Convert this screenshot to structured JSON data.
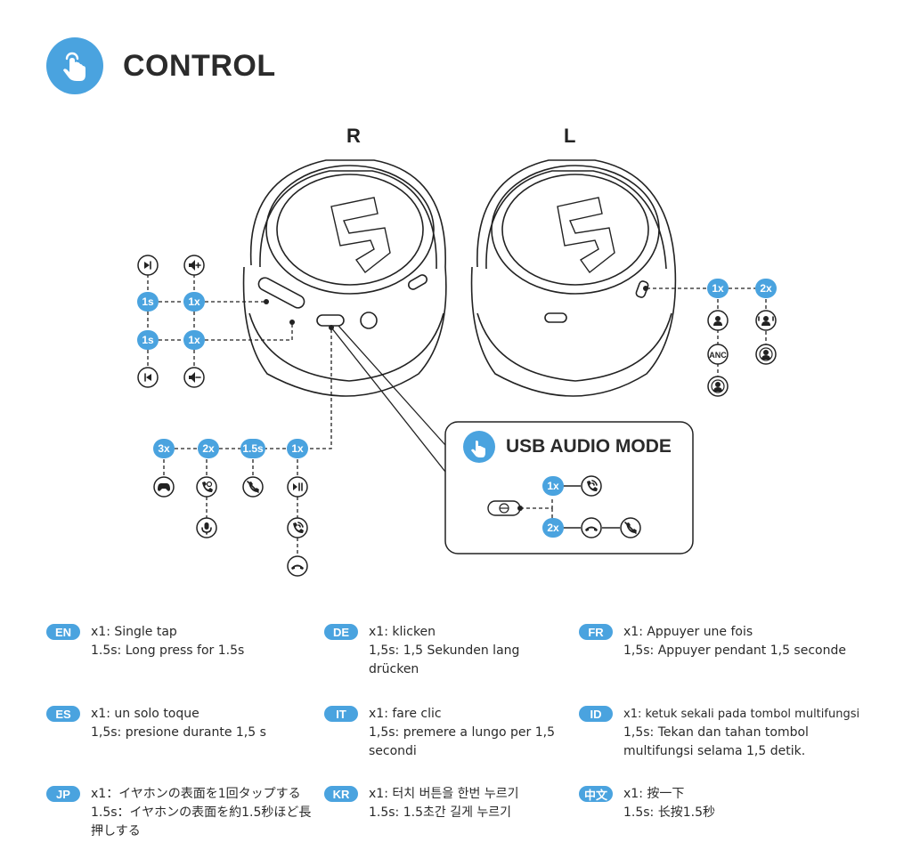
{
  "header": {
    "title": "CONTROL",
    "icon": "tap-icon"
  },
  "earcups": {
    "right_label": "R",
    "left_label": "L"
  },
  "badges": {
    "r_top_1s": "1s",
    "r_top_1x": "1x",
    "r_bot_1s": "1s",
    "r_bot_1x": "1x",
    "c_3x": "3x",
    "c_2x": "2x",
    "c_15s": "1.5s",
    "c_1x": "1x",
    "l_1x": "1x",
    "l_2x": "2x",
    "usb_1x": "1x",
    "usb_2x": "2x"
  },
  "icons": {
    "anc": "ANC",
    "r_top": [
      "next-track-icon",
      "volume-up-icon"
    ],
    "r_bot": [
      "previous-track-icon",
      "volume-down-icon"
    ],
    "center": [
      "gamepad-icon",
      "call-icon",
      "microphone-icon",
      "reject-call-icon",
      "play-pause-icon",
      "answer-call-icon",
      "hang-up-icon"
    ],
    "left": [
      "normal-mode-icon",
      "anc-icon",
      "transparency-mode-icon",
      "voice-assistant-icon",
      "person-icon"
    ],
    "usb": [
      "usb-button-icon",
      "answer-call-icon",
      "hang-up-icon",
      "reject-call-icon"
    ]
  },
  "usb_mode": {
    "title": "USB AUDIO MODE"
  },
  "legend": [
    {
      "lang": "EN",
      "lines": [
        "x1: Single tap",
        "1.5s: Long press for 1.5s"
      ]
    },
    {
      "lang": "DE",
      "lines": [
        "x1: klicken",
        "1,5s: 1,5 Sekunden lang drücken"
      ]
    },
    {
      "lang": "FR",
      "lines": [
        "x1: Appuyer une fois",
        "1,5s: Appuyer pendant 1,5 seconde"
      ]
    },
    {
      "lang": "ES",
      "lines": [
        "x1: un solo toque",
        "1,5s: presione durante 1,5 s"
      ]
    },
    {
      "lang": "IT",
      "lines": [
        "x1: fare clic",
        "1,5s: premere a lungo per 1,5 secondi"
      ]
    },
    {
      "lang": "ID",
      "lines": [
        "x1: ketuk sekali pada tombol multifungsi",
        "1,5s: Tekan dan tahan tombol multifungsi selama 1,5 detik."
      ]
    },
    {
      "lang": "JP",
      "lines": [
        "x1：イヤホンの表面を1回タップする",
        "1.5s：イヤホンの表面を約1.5秒ほど長押しする"
      ]
    },
    {
      "lang": "KR",
      "lines": [
        "x1: 터치 버튼을 한번 누르기",
        "1.5s: 1.5초간 길게 누르기"
      ]
    },
    {
      "lang": "中文",
      "lines": [
        "x1: 按一下",
        "1.5s: 长按1.5秒"
      ]
    }
  ],
  "colors": {
    "accent": "#4aa3df",
    "line": "#222222"
  }
}
